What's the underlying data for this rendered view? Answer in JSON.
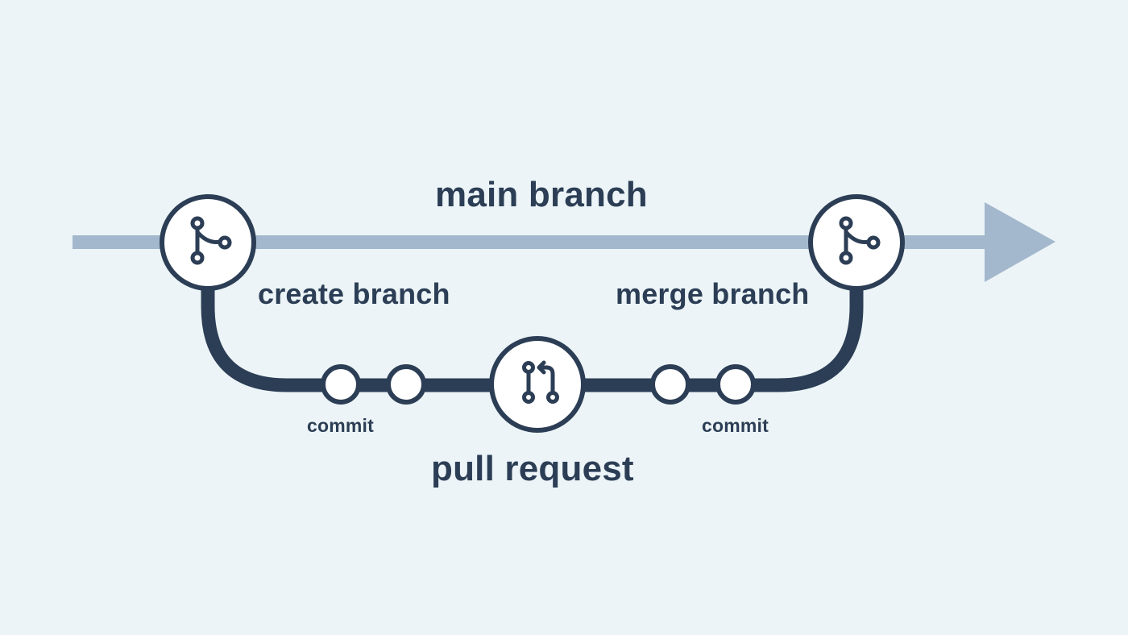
{
  "labels": {
    "main_branch": "main branch",
    "create_branch": "create branch",
    "merge_branch": "merge branch",
    "commit_left": "commit",
    "commit_right": "commit",
    "pull_request": "pull request"
  },
  "icons": {
    "create_node": "git-branch-icon",
    "merge_node": "git-branch-icon",
    "pull_request_node": "git-pull-request-icon"
  },
  "colors": {
    "background": "#ecf4f7",
    "main_line": "#a3b8cc",
    "feature_line": "#2c3e55",
    "node_fill": "#ffffff",
    "text": "#2c3e55"
  }
}
